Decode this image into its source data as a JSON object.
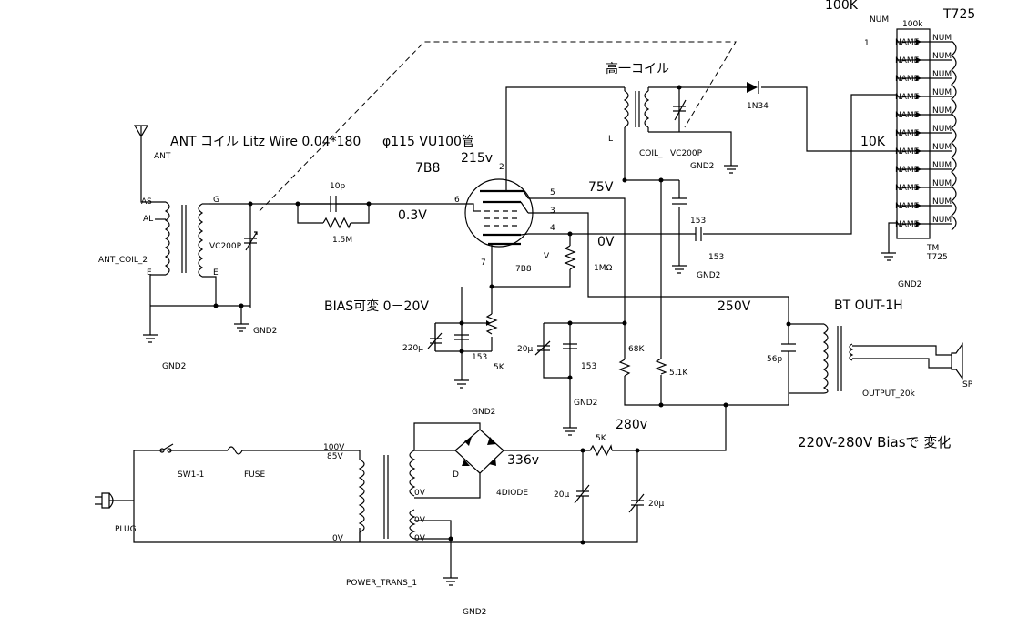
{
  "labels": {
    "ant": "ANT",
    "ant_coil_desc": "ANT コイル  Litz Wire 0.04*180",
    "vu_desc": "φ115 VU100管",
    "as": "AS",
    "al": "AL",
    "g": "G",
    "e1": "E",
    "e2": "E",
    "ant_coil_2": "ANT_COIL_2",
    "vc200p_1": "VC200P",
    "gnd2_a": "GND2",
    "gnd2_b": "GND2",
    "c10p": "10p",
    "r15m": "1.5M",
    "v03": "0.3V",
    "pin6": "6",
    "tube_name": "7B8",
    "tube_name_b": "7B8",
    "v215": "215v",
    "pin2": "2",
    "pin5": "5",
    "pin3": "3",
    "pin4": "4",
    "pin7": "7",
    "v75": "75V",
    "v0": "0V",
    "v_small": "V",
    "r1m": "1MΩ",
    "high_coil": "高一コイル",
    "l_pin": "L",
    "coil_label": "COIL_",
    "vc200p_2": "VC200P",
    "gnd2_c": "GND2",
    "d1n34": "1N34",
    "v100k": "100K",
    "num_top": "NUM",
    "k100": "100k",
    "t725": "T725",
    "one": "1",
    "k10": "10K",
    "tm": "TM",
    "t725b": "T725",
    "gnd2_d": "GND2",
    "c153_a": "153",
    "c153_b": "153",
    "gnd2_e": "GND2",
    "bias": "BIAS可変  0－20V",
    "c220u": "220μ",
    "c153_c": "153",
    "r5k_a": "5K",
    "v250": "250V",
    "bt_out": "BT OUT-1H",
    "c20u_a": "20μ",
    "c153_d": "153",
    "gnd2_f": "GND2",
    "r68k": "68K",
    "r51k": "5.1K",
    "c56p": "56p",
    "output_20k": "OUTPUT_20k",
    "sp": "SP",
    "gnd2_g": "GND2",
    "v280": "280v",
    "bias_note": "220V-280V  Biasで 変化",
    "v100": "100V",
    "v85": "85V",
    "sw": "SW1-1",
    "fuse": "FUSE",
    "v0_a": "0V",
    "v0_b": "0V",
    "v0_c": "0V",
    "v0_d": "0V",
    "plug": "PLUG",
    "power_trans": "POWER_TRANS_1",
    "gnd2_h": "GND2",
    "diode_d": "D",
    "four_diode": "4DIODE",
    "v336": "336v",
    "r5k_b": "5K",
    "c20u_b": "20μ",
    "c20u_c": "20μ"
  },
  "terminal_rows": {
    "name": "NAME",
    "num": "NUM",
    "count": 11
  }
}
